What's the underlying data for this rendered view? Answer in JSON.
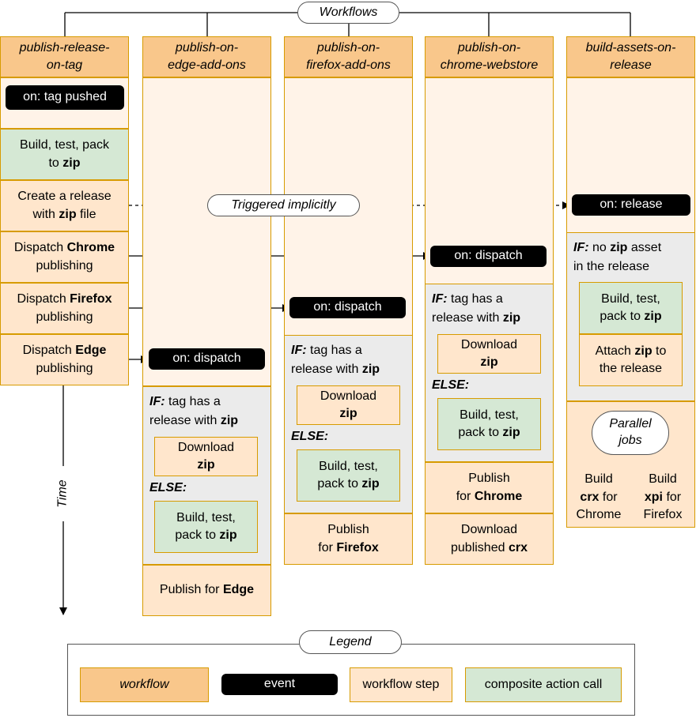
{
  "title": "Workflows",
  "workflows": {
    "w1": {
      "name_l1": "publish-release-",
      "name_l2": "on-tag",
      "event": "on: tag pushed",
      "step_build_l1": "Build, test, pack",
      "step_build_pre": "to ",
      "step_build_bold": "zip",
      "step_release_l1": "Create a release",
      "step_release_pre": "with ",
      "step_release_bold": "zip",
      "step_release_post": " file",
      "step_chrome_pre": "Dispatch ",
      "step_chrome_bold": "Chrome",
      "step_chrome_l2": "publishing",
      "step_firefox_pre": "Dispatch ",
      "step_firefox_bold": "Firefox",
      "step_firefox_l2": "publishing",
      "step_edge_pre": "Dispatch ",
      "step_edge_bold": "Edge",
      "step_edge_l2": "publishing"
    },
    "w2": {
      "name_l1": "publish-on-",
      "name_l2": "edge-add-ons",
      "event": "on: dispatch",
      "publish_pre": "Publish for ",
      "publish_bold": "Edge"
    },
    "w3": {
      "name_l1": "publish-on-",
      "name_l2": "firefox-add-ons",
      "event": "on: dispatch",
      "publish_l1": "Publish",
      "publish_pre": "for ",
      "publish_bold": "Firefox"
    },
    "w4": {
      "name_l1": "publish-on-",
      "name_l2": "chrome-webstore",
      "event": "on: dispatch",
      "publish_l1": "Publish",
      "publish_pre": "for ",
      "publish_bold": "Chrome",
      "download_l1": "Download",
      "download_pre": "published ",
      "download_bold": "crx"
    },
    "w5": {
      "name_l1": "build-assets-on-",
      "name_l2": "release",
      "event": "on: release",
      "if_kw": "IF:",
      "if_pre": " no ",
      "if_bold": "zip",
      "if_post": " asset",
      "if_l2": "in the release",
      "build_l1": "Build, test,",
      "build_pre": "pack to ",
      "build_bold": "zip",
      "attach_pre": "Attach ",
      "attach_bold": "zip",
      "attach_post": " to",
      "attach_l2": "the release",
      "parallel_l1": "Parallel",
      "parallel_l2": "jobs",
      "crx_l1": "Build",
      "crx_bold": "crx",
      "crx_post": " for",
      "crx_l3": "Chrome",
      "xpi_l1": "Build",
      "xpi_bold": "xpi",
      "xpi_post": " for",
      "xpi_l3": "Firefox"
    }
  },
  "conditional": {
    "if_kw": "IF:",
    "if_text": " tag has a",
    "if_l2_pre": "release with ",
    "if_l2_bold": "zip",
    "download_l1": "Download",
    "download_bold": "zip",
    "else_kw": "ELSE:",
    "build_l1": "Build, test,",
    "build_pre": "pack to ",
    "build_bold": "zip"
  },
  "implicit_label": "Triggered implicitly",
  "time_label": "Time",
  "legend": {
    "title": "Legend",
    "workflow": "workflow",
    "event": "event",
    "step": "workflow step",
    "composite": "composite action call"
  },
  "colors": {
    "workflow_header": "#f9c78b",
    "workflow_body": "#fff3e8",
    "step": "#ffe6cc",
    "composite": "#d5e8d4",
    "condition_block": "#ebebeb",
    "event": "#000000",
    "border": "#d79b00"
  }
}
